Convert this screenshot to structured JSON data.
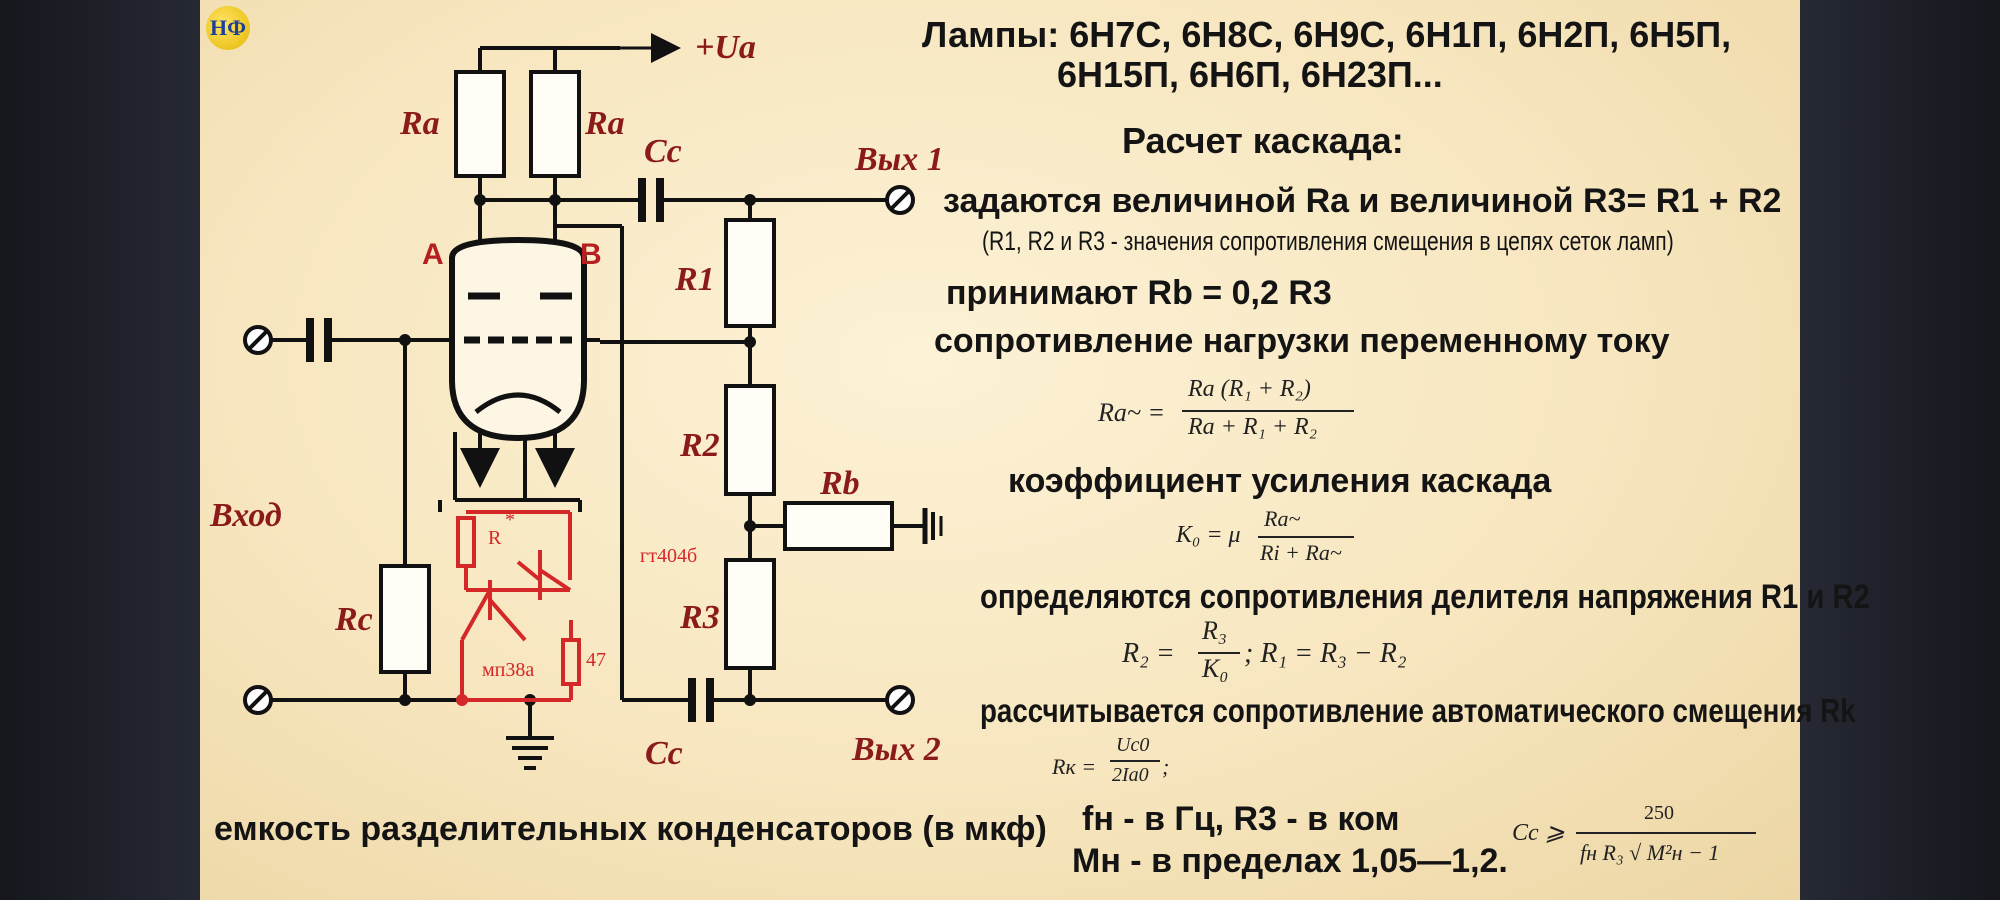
{
  "logo": "НФ",
  "schematic": {
    "labels": {
      "supply": "+Ua",
      "ra_left": "Ra",
      "ra_right": "Ra",
      "cc_top": "Cc",
      "out1": "Вых 1",
      "triode_a": "A",
      "triode_b": "B",
      "r1": "R1",
      "r2": "R2",
      "r3": "R3",
      "rb": "Rb",
      "input": "Вход",
      "rc": "Rc",
      "cc_bottom": "Cc",
      "out2": "Вых 2",
      "r_star": "R",
      "r_star_mark": "*",
      "transistor_gt": "гт404б",
      "transistor_mp": "мп38а",
      "r47": "47"
    },
    "colors": {
      "wire": "#111111",
      "label": "#8b1a1a",
      "mod": "#d42828",
      "triode_label": "#b51f1f"
    }
  },
  "title_line1": "Лампы: 6Н7С, 6Н8С, 6Н9С, 6Н1П, 6Н2П, 6Н5П,",
  "title_line2": "6Н15П, 6Н6П, 6Н23П...",
  "calc_heading": "Расчет каскада:",
  "line_ra": "задаются величиной Ra и величиной R3= R1 + R2",
  "line_note": "(R1, R2 и R3 - значения сопротивления смещения в цепях сеток ламп)",
  "line_rb": "принимают Rb = 0,2 R3",
  "line_load": "сопротивление нагрузки переменному току",
  "line_gain": "коэффициент усиления каскада",
  "line_div": "определяются сопротивления делителя напряжения R1 и R2",
  "line_rk": "рассчитывается сопротивление автоматического смещения Rk",
  "line_cap": "емкость разделительных конденсаторов (в мкф)",
  "line_fn": "fн - в Гц, R3 - в ком",
  "line_mn": "Мн - в пределах 1,05—1,2.",
  "formulas": {
    "load_lhs": "Rа~ =",
    "load_num": "Rа (R₁ + R₂)",
    "load_den": "Rа + R₁ + R₂",
    "gain_lhs": "K₀ = μ",
    "gain_num": "Rа~",
    "gain_den": "Ri + Rа~",
    "div_r2": "R₂ =",
    "div_num": "R₃",
    "div_den": "K₀",
    "div_r1": "; R₁ = R₃ − R₂",
    "rk_lhs": "Rк =",
    "rk_num": "Uc0",
    "rk_den": "2Iа0",
    "rk_end": ";",
    "cap_lhs": "Cc ⩾",
    "cap_num": "250",
    "cap_den": "fн R₃ √ M²н − 1"
  }
}
